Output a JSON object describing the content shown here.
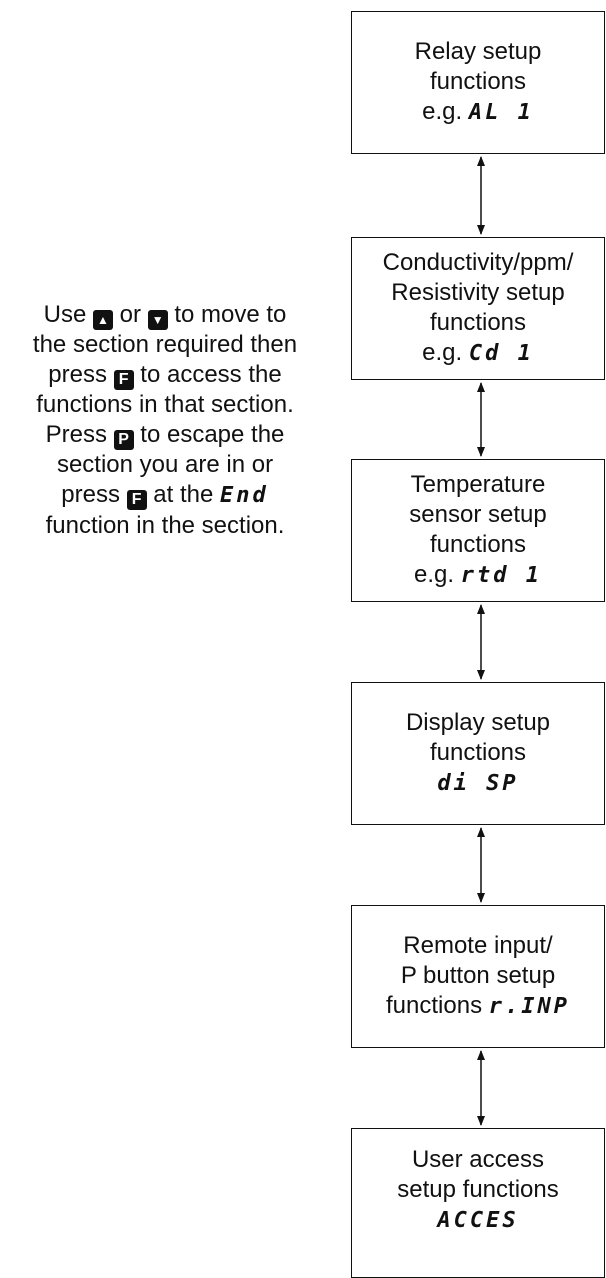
{
  "boxes": [
    {
      "lines": [
        "Relay setup",
        "functions"
      ],
      "prefix": "e.g. ",
      "code": "AL 1"
    },
    {
      "lines": [
        "Conductivity/ppm/",
        "Resistivity setup",
        "functions"
      ],
      "prefix": "e.g. ",
      "code": "Cd 1"
    },
    {
      "lines": [
        "Temperature",
        "sensor setup",
        "functions"
      ],
      "prefix": "e.g. ",
      "code": "rtd 1"
    },
    {
      "lines": [
        "Display setup",
        "functions"
      ],
      "prefix": "",
      "code": "di SP"
    },
    {
      "lines": [
        "Remote input/",
        "P button setup"
      ],
      "prefix": "functions ",
      "code": "r.INP"
    },
    {
      "lines": [
        "User access",
        "setup functions"
      ],
      "prefix": "",
      "code": "ACCES"
    }
  ],
  "instructions": {
    "l1a": "Use",
    "l1b": "or",
    "l1c": "to move to",
    "l2": "the section required then",
    "l3a": "press",
    "l3b": "to access the",
    "l4": "functions in that section.",
    "l5a": "Press",
    "l5b": "to escape the",
    "l6": "section you are in or",
    "l7a": "press",
    "l7b": "at the",
    "l7code": "End",
    "l8": "function in the section."
  },
  "keys": {
    "up": "▲",
    "down": "▼",
    "f": "F",
    "p": "P"
  },
  "colors": {
    "line": "#111111",
    "background": "#ffffff"
  }
}
